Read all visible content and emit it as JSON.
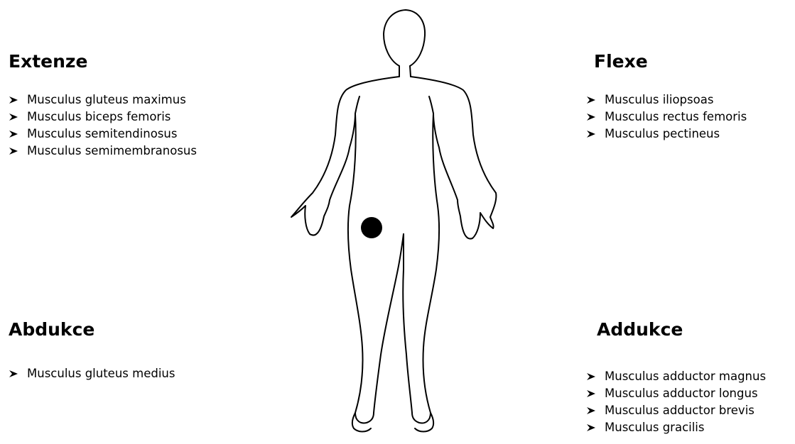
{
  "sections": {
    "extenze": {
      "title": "Extenze",
      "items": [
        "Musculus gluteus maximus",
        "Musculus biceps femoris",
        "Musculus semitendinosus",
        "Musculus semimembranosus"
      ]
    },
    "flexe": {
      "title": "Flexe",
      "items": [
        "Musculus iliopsoas",
        "Musculus rectus femoris",
        "Musculus pectineus"
      ]
    },
    "abdukce": {
      "title": "Abdukce",
      "items": [
        "Musculus gluteus medius"
      ]
    },
    "addukce": {
      "title": "Addukce",
      "items": [
        "Musculus adductor magnus",
        "Musculus adductor longus",
        "Musculus adductor brevis",
        "Musculus gracilis"
      ]
    }
  },
  "figure": {
    "icon": "human-body-outline",
    "marker": "hip-joint-dot",
    "marker_color": "#000000"
  }
}
